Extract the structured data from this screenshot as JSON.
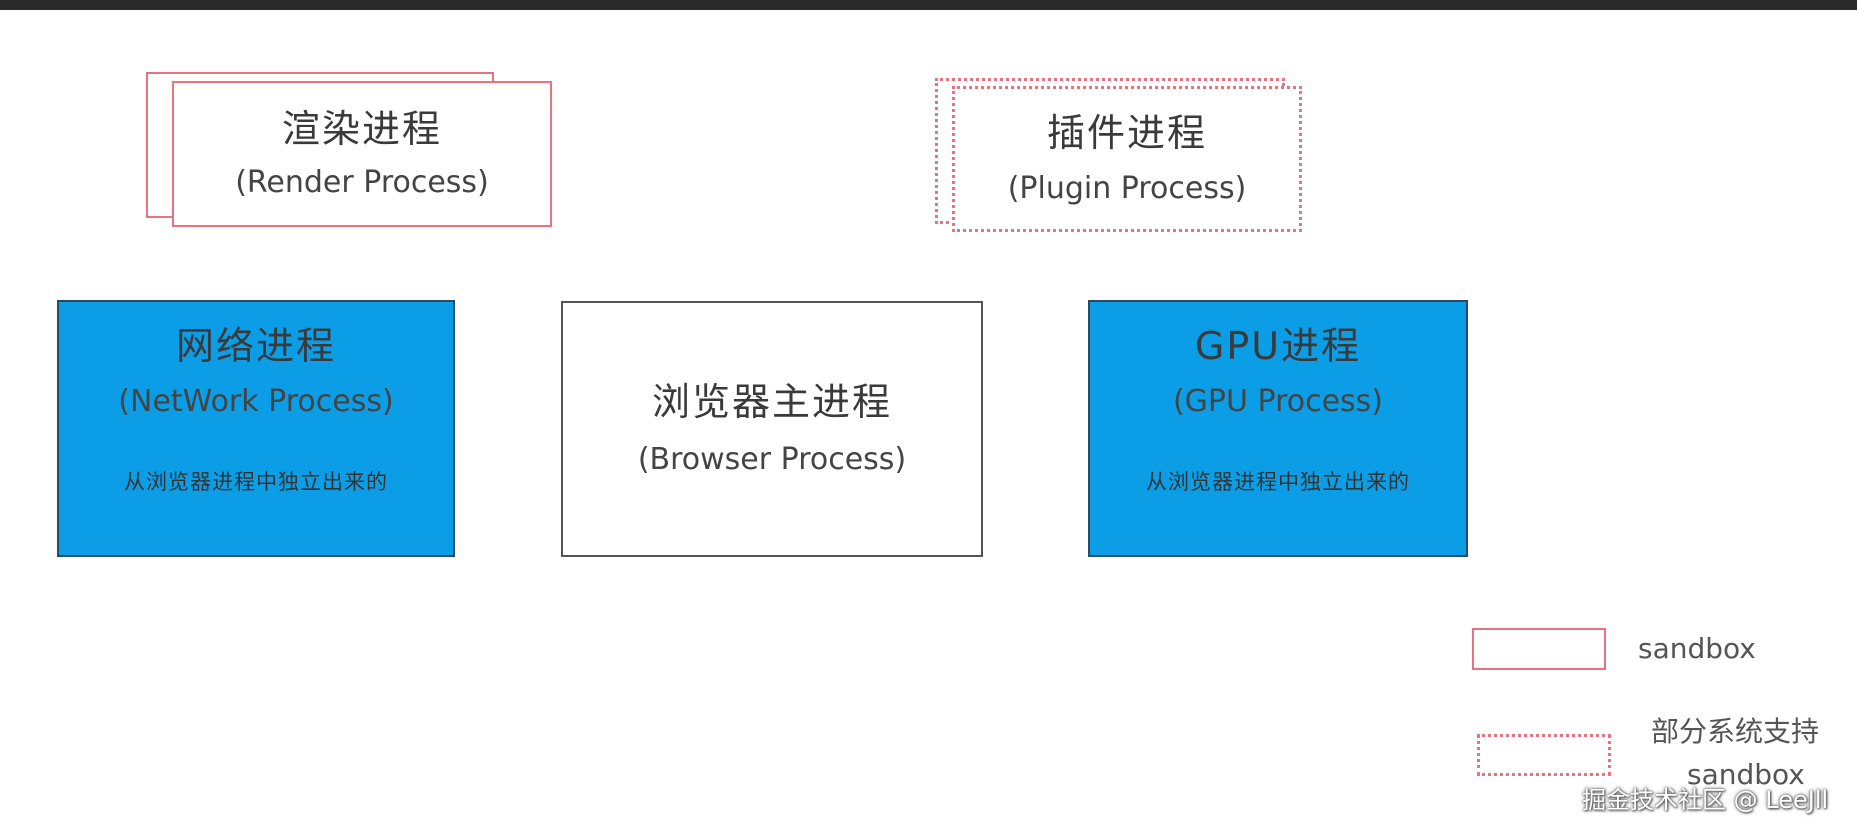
{
  "render_process": {
    "title_cn": "渲染进程",
    "title_en": "(Render Process)"
  },
  "plugin_process": {
    "title_cn": "插件进程",
    "title_en": "(Plugin Process)"
  },
  "network_process": {
    "title_cn": "网络进程",
    "title_en": "(NetWork Process)",
    "note": "从浏览器进程中独立出来的"
  },
  "browser_process": {
    "title_cn": "浏览器主进程",
    "title_en": "(Browser Process)"
  },
  "gpu_process": {
    "title_cn": "GPU进程",
    "title_en": "(GPU Process)",
    "note": "从浏览器进程中独立出来的"
  },
  "legend": {
    "sandbox_label": "sandbox",
    "partial_label_line1": "部分系统支持",
    "partial_label_line2": "sandbox"
  },
  "watermark": "掘金技术社区 @ LeeJll",
  "colors": {
    "sandbox_border": "#e8737f",
    "independent_fill": "#0b9ee6",
    "background": "#ffffff"
  }
}
